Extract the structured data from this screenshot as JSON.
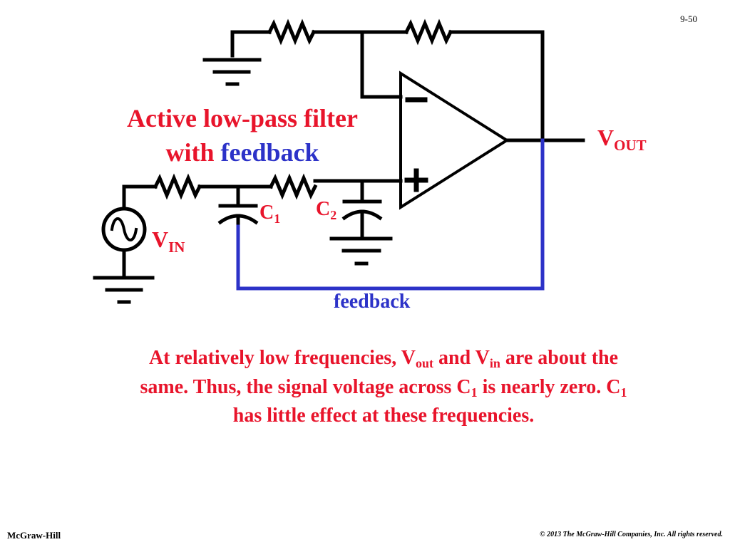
{
  "slide": {
    "page_number": "9-50",
    "title_line1": "Active low-pass filter",
    "title_line2_prefix": "with",
    "title_line2_highlight": "feedback",
    "footer_left": "McGraw-Hill",
    "footer_right": "© 2013 The McGraw-Hill Companies, Inc. All rights reserved."
  },
  "circuit": {
    "vout_main": "V",
    "vout_sub": "OUT",
    "vin_main": "V",
    "vin_sub": "IN",
    "c1_main": "C",
    "c1_sub": "1",
    "c2_main": "C",
    "c2_sub": "2",
    "feedback_label": "feedback",
    "minus_symbol": "-",
    "feedback_color": "#2c32c8",
    "wire_color": "#000000",
    "text_color": "#e8142b"
  },
  "description": {
    "s1": "At relatively low frequencies, V",
    "s1_sub": "out",
    "s2": " and V",
    "s2_sub": "in",
    "s3": " are about the same.  Thus, the signal voltage across C",
    "s3_sub": "1",
    "s4": " is nearly zero.  C",
    "s4_sub": "1",
    "s5": " has little effect at these frequencies."
  }
}
